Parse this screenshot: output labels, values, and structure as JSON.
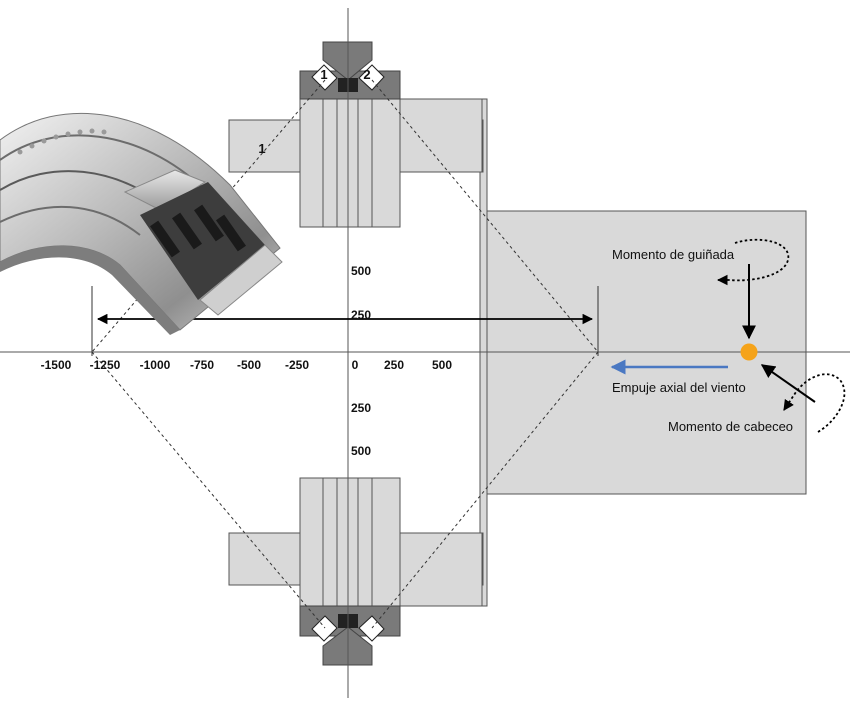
{
  "labels": {
    "yaw_moment": "Momento de guiñada",
    "axial_wind_thrust": "Empuje axial del viento",
    "pitch_moment": "Momento de cabeceo"
  },
  "bearing_numbers": {
    "row1": "1",
    "row2": "2",
    "inset_row": "1"
  },
  "x_axis_ticks": [
    "-1500",
    "-1250",
    "-1000",
    "-750",
    "-500",
    "-250",
    "0",
    "250",
    "500"
  ],
  "y_axis_ticks": {
    "upper": [
      "500",
      "250"
    ],
    "lower": [
      "250",
      "500"
    ]
  },
  "colors": {
    "housing_gray": "#d9d9d9",
    "ring_dark": "#7a7a7a",
    "outline": "#555555",
    "thrust_arrow": "#4a78c2",
    "force_point": "#f5a31a"
  },
  "icons": {
    "bearing_photo": "cutaway-bearing-icon",
    "yaw_rotation": "curved-rotation-arrow-icon",
    "pitch_rotation": "curved-rotation-arrow-icon"
  }
}
